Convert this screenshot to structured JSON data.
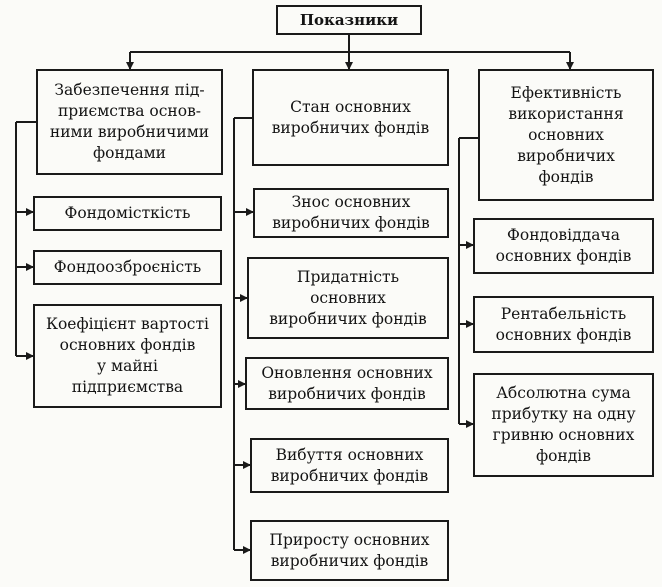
{
  "root": {
    "label": "Показники"
  },
  "columns": [
    {
      "header": "Забезпечення під-\nприємства основ-\nними виробничими\nфондами",
      "items": [
        "Фондомісткість",
        "Фондоозброєність",
        "Коефіцієнт вартості\nосновних фондів\nу майні\nпідприємства"
      ]
    },
    {
      "header": "Стан основних\nвиробничих фондів",
      "items": [
        "Знос основних\nвиробничих фондів",
        "Придатність\nосновних\nвиробничих фондів",
        "Оновлення основних\nвиробничих фондів",
        "Вибуття основних\nвиробничих фондів",
        "Приросту основних\nвиробничих фондів"
      ]
    },
    {
      "header": "Ефективність\nвикористання\nосновних\nвиробничих\nфондів",
      "items": [
        "Фондовіддача\nосновних  фондів",
        "Рентабельність\nосновних  фондів",
        "Абсолютна сума\nприбутку на одну\nгривню основних\nфондів"
      ]
    }
  ]
}
